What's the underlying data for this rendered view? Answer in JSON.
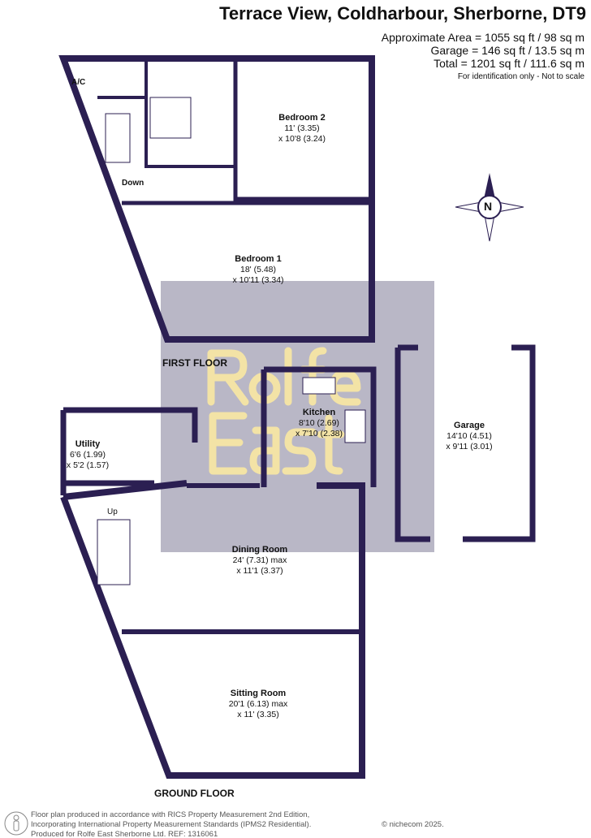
{
  "header": {
    "title": "Terrace View, Coldharbour, Sherborne, DT9",
    "areas": [
      "Approximate Area = 1055 sq ft / 98 sq m",
      "Garage = 146 sq ft / 13.5 sq m",
      "Total = 1201 sq ft / 111.6 sq m"
    ],
    "note": "For identification only - Not to scale"
  },
  "compass": {
    "label": "N"
  },
  "watermark": {
    "line1": "Rolfe",
    "line2": "East"
  },
  "floors": {
    "first": "FIRST FLOOR",
    "ground": "GROUND FLOOR"
  },
  "labels": {
    "ac": "A/C",
    "down": "Down",
    "up": "Up"
  },
  "rooms": [
    {
      "name": "Bedroom 2",
      "dim1": "11' (3.35)",
      "dim2": "x 10'8 (3.24)"
    },
    {
      "name": "Bedroom 1",
      "dim1": "18' (5.48)",
      "dim2": "x 10'11 (3.34)"
    },
    {
      "name": "Kitchen",
      "dim1": "8'10 (2.69)",
      "dim2": "x 7'10 (2.38)"
    },
    {
      "name": "Utility",
      "dim1": "6'6 (1.99)",
      "dim2": "x 5'2 (1.57)"
    },
    {
      "name": "Garage",
      "dim1": "14'10 (4.51)",
      "dim2": "x 9'11 (3.01)"
    },
    {
      "name": "Dining Room",
      "dim1": "24' (7.31) max",
      "dim2": "x 11'1 (3.37)"
    },
    {
      "name": "Sitting Room",
      "dim1": "20'1 (6.13) max",
      "dim2": "x 11' (3.35)"
    }
  ],
  "footer": {
    "lines": [
      "Floor plan produced in accordance with RICS Property Measurement 2nd Edition,",
      "Incorporating International Property Measurement Standards (IPMS2 Residential).",
      "Produced for Rolfe East Sherborne Ltd.   REF: 1316061"
    ],
    "copyright": "© nichecom 2025."
  },
  "colors": {
    "wall": "#2b1f52",
    "overlay": "#b9b7c6",
    "watermark": "#f3e3a6"
  }
}
